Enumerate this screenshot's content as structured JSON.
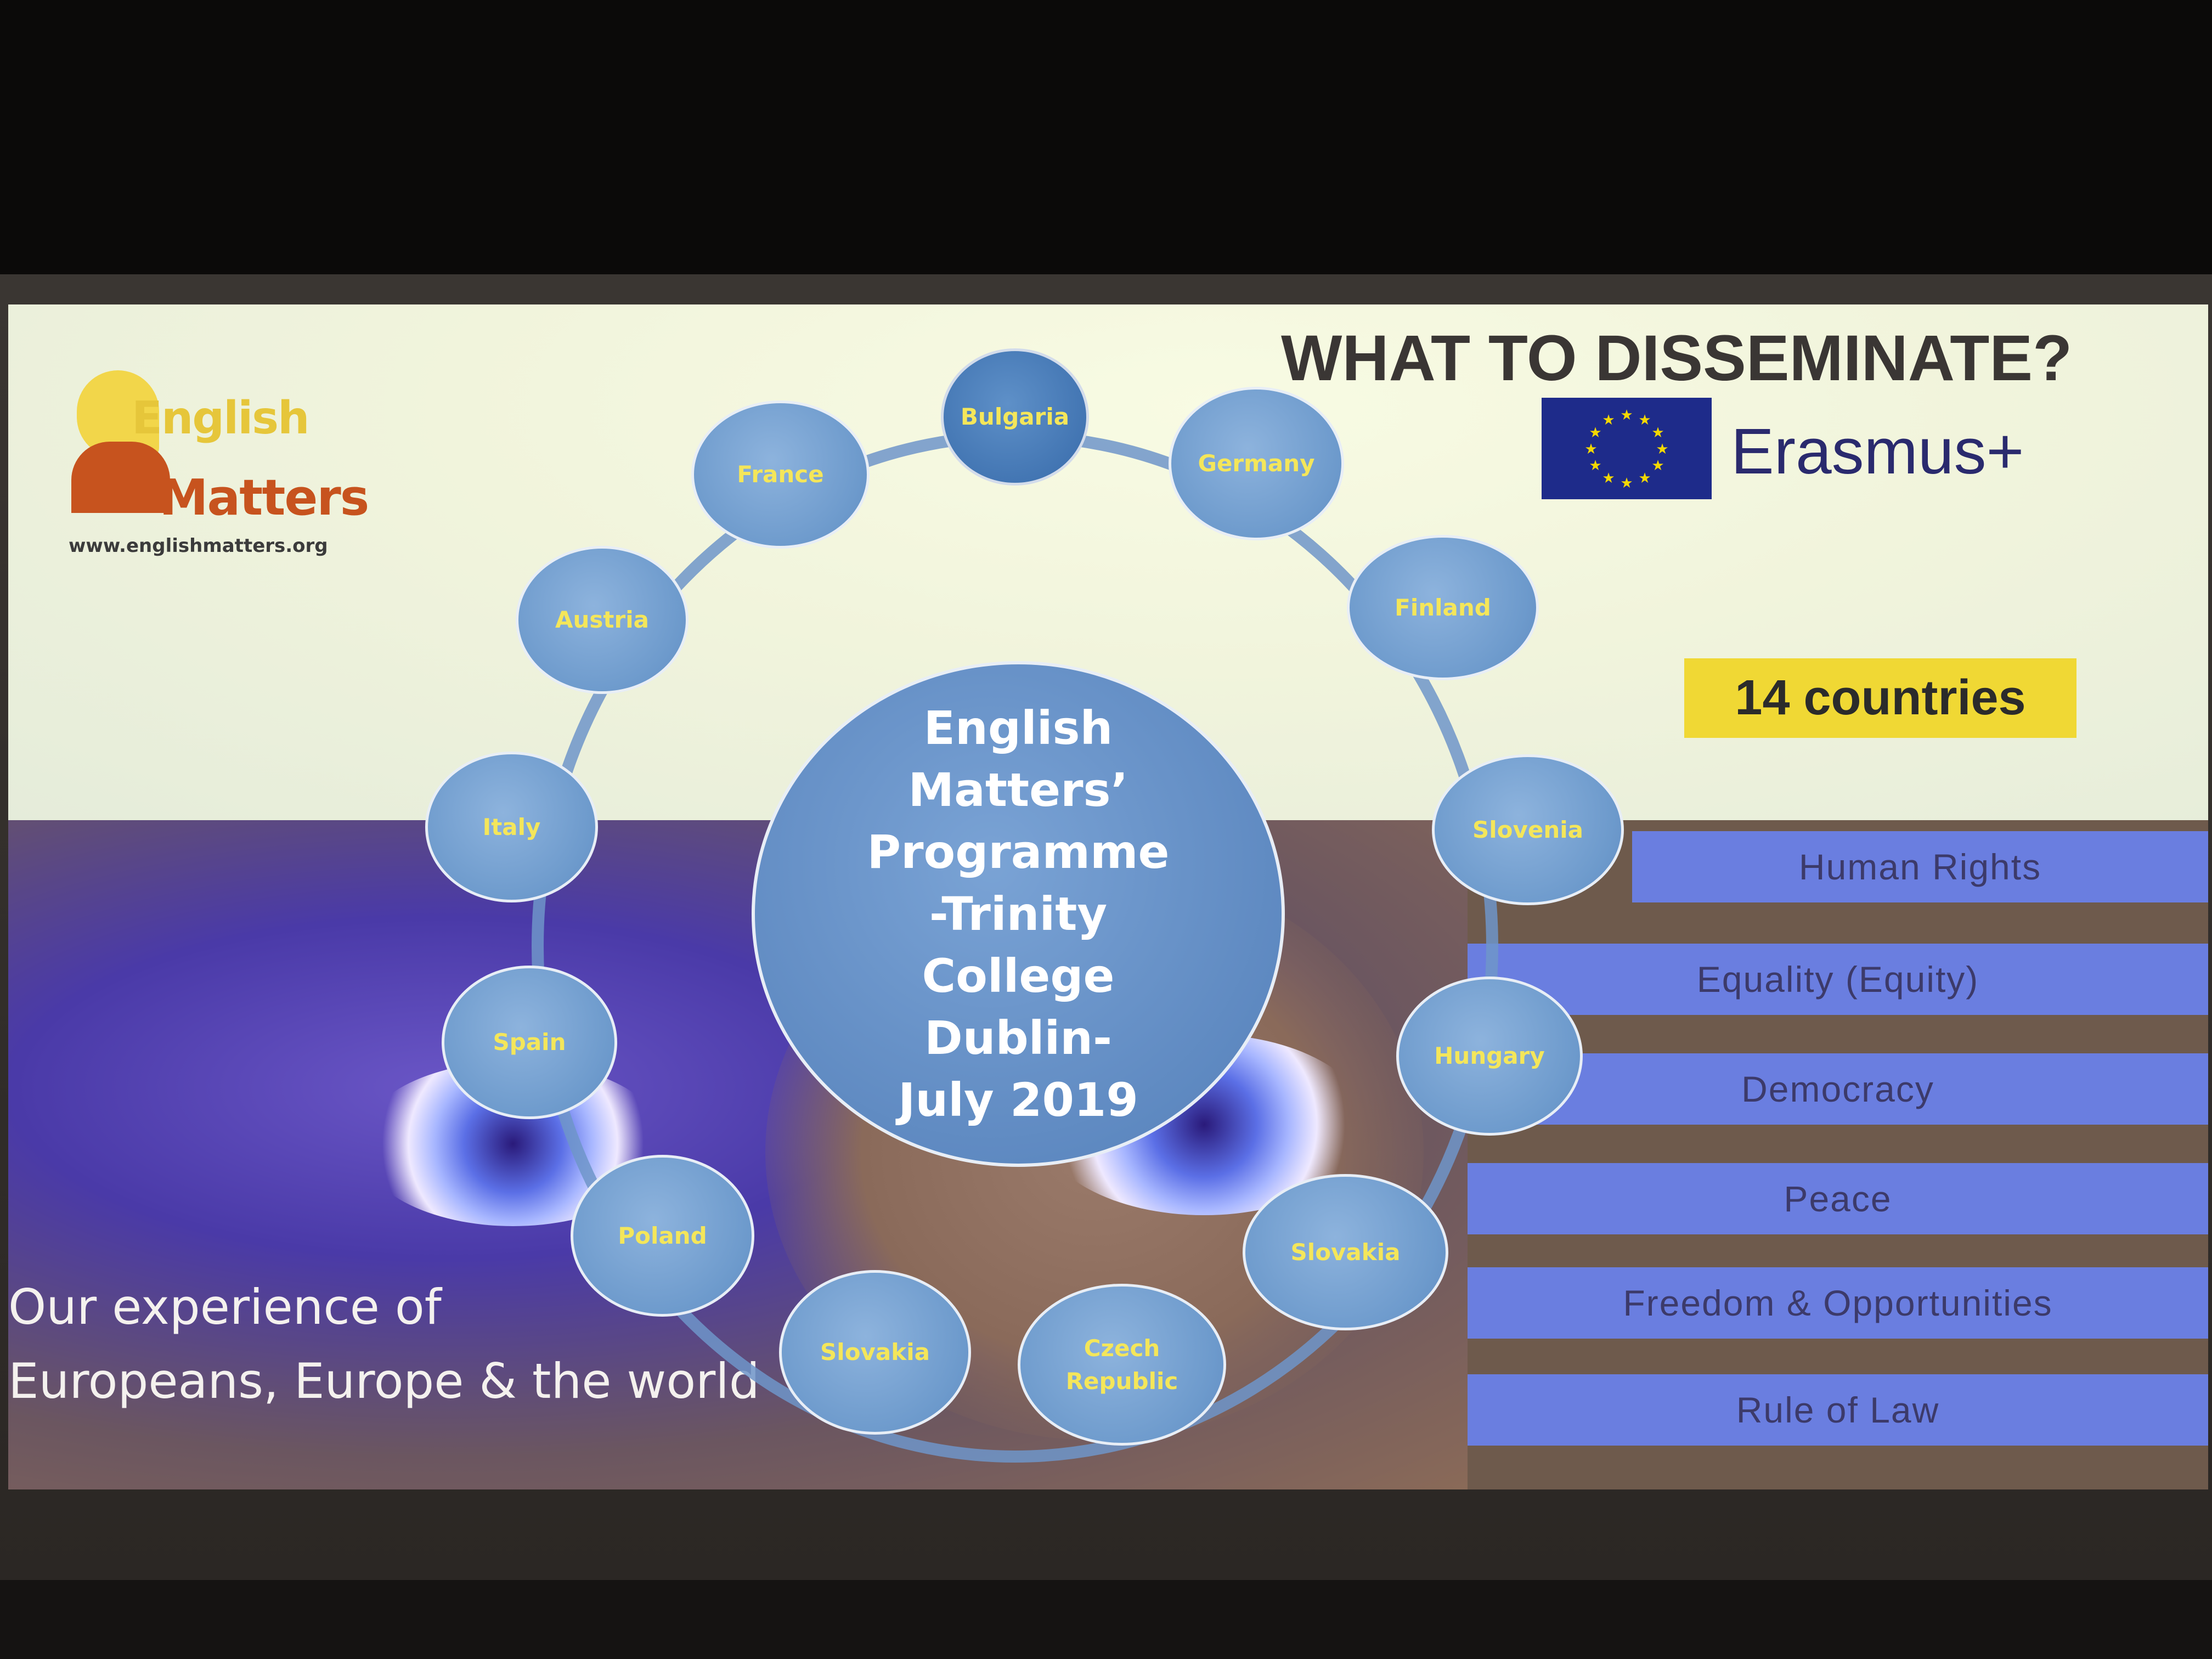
{
  "logo": {
    "line1": "English",
    "line2": "Matters",
    "url": "www.englishmatters.org"
  },
  "title": "WHAT TO DISSEMINATE?",
  "erasmus": {
    "label": "Erasmus+"
  },
  "countries_badge": "14 countries",
  "center_text": "English\nMatters’\nProgramme\n-Trinity\nCollege\nDublin-\nJuly 2019",
  "countries": [
    "Bulgaria",
    "Germany",
    "Finland",
    "Slovenia",
    "Hungary",
    "Slovakia",
    "Czech Republic",
    "Slovakia",
    "Poland",
    "Spain",
    "Italy",
    "Austria",
    "France"
  ],
  "values": [
    "Human Rights",
    "Equality (Equity)",
    "Democracy",
    "Peace",
    "Freedom & Opportunities",
    "Rule of Law"
  ],
  "caption": {
    "line1": "Our experience of",
    "line2": "Europeans, Europe & the world"
  },
  "colors": {
    "node_fill": "#6d9acc",
    "node_label": "#f4e65a",
    "badge": "#f0d834",
    "value_bar": "#6a7ee0",
    "eu_blue": "#1e2b8a"
  }
}
